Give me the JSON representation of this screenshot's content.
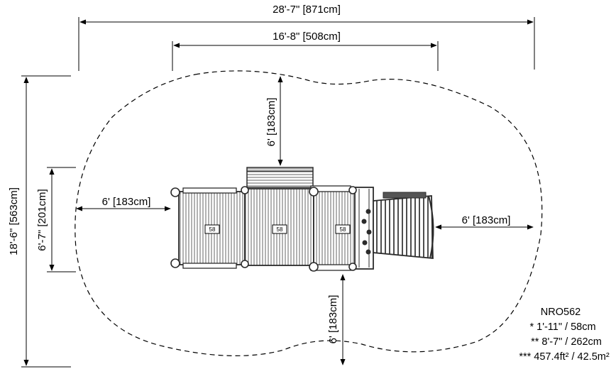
{
  "dimensions": {
    "overall_width": "28'-7\" [871cm]",
    "structure_width": "16'-8\" [508cm]",
    "overall_depth": "18'-6\" [563cm]",
    "structure_depth": "6'-7\" [201cm]",
    "clearance_top": "6' [183cm]",
    "clearance_left": "6' [183cm]",
    "clearance_right": "6' [183cm]",
    "clearance_bottom": "6' [183cm]"
  },
  "deck_tags": [
    "58",
    "58",
    "58"
  ],
  "info": {
    "model": "NRO562",
    "line1": "* 1'-11\" / 58cm",
    "line2": "** 8'-7\" / 262cm",
    "line3": "*** 457.4ft² / 42.5m²"
  },
  "colors": {
    "line": "#000000",
    "structure": "#2b2b2b",
    "background": "#ffffff"
  }
}
